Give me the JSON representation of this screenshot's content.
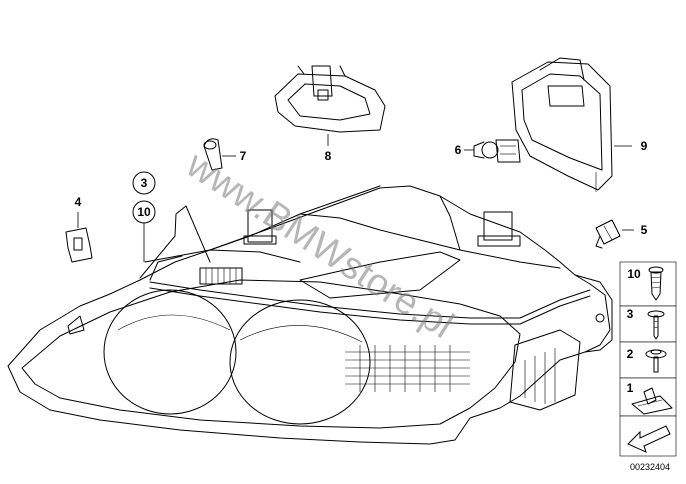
{
  "diagram": {
    "watermark": "www.BMWstore.pl",
    "diagram_id": "00232404",
    "callouts": {
      "part_8": "8",
      "part_9": "9",
      "part_7": "7",
      "part_6": "6",
      "part_5": "5",
      "part_4": "4",
      "part_3": "3",
      "part_10": "10"
    },
    "legend": {
      "item_10": "10",
      "item_3": "3",
      "item_2": "2",
      "item_1": "1"
    }
  }
}
